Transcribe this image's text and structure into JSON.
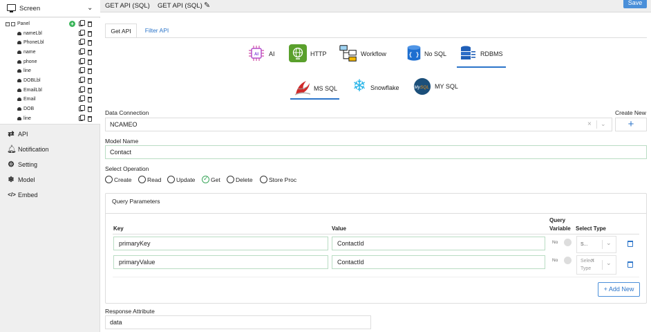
{
  "sidebar": {
    "screen_label": "Screen",
    "tree": {
      "root": "Panel",
      "items": [
        "nameLbl",
        "PhoneLbl",
        "name",
        "phone",
        "line",
        "DOBLbl",
        "EmailLbl",
        "Email",
        "DOB",
        "line"
      ]
    },
    "menu": [
      {
        "label": "API",
        "icon": "swap-arrows-icon",
        "glyph": "⇄"
      },
      {
        "label": "Notification",
        "icon": "bell-icon",
        "glyph": "🔔︎"
      },
      {
        "label": "Setting",
        "icon": "gear-icon",
        "glyph": "⚙"
      },
      {
        "label": "Model",
        "icon": "snowflake-icon",
        "glyph": "❄"
      },
      {
        "label": "Embed",
        "icon": "code-icon",
        "glyph": "</>"
      }
    ]
  },
  "header": {
    "crumb1": "GET API (SQL)",
    "crumb2": "GET API (SQL)",
    "save_label": "Save"
  },
  "tabs": [
    "Get API",
    "Filter API"
  ],
  "sources": [
    "AI",
    "HTTP",
    "Workflow",
    "No SQL",
    "RDBMS"
  ],
  "sql_engines": [
    "MS SQL",
    "Snowflake",
    "MY SQL"
  ],
  "form": {
    "data_connection_label": "Data Connection",
    "data_connection_value": "NCAMEO",
    "create_new_label": "Create New",
    "create_new_glyph": "+",
    "model_name_label": "Model Name",
    "model_name_value": "Contact",
    "select_operation_label": "Select Operation",
    "operations": [
      "Create",
      "Read",
      "Update",
      "Get",
      "Delete",
      "Store Proc"
    ],
    "selected_operation": "Get"
  },
  "query_parameters": {
    "title": "Query Parameters",
    "headers": {
      "key": "Key",
      "value": "Value",
      "query_variable_1": "Query",
      "query_variable_2": "Variable",
      "select_type": "Select Type"
    },
    "rows": [
      {
        "key": "primaryKey",
        "value": "ContactId",
        "toggle": "No",
        "type": "S..."
      },
      {
        "key": "primaryValue",
        "value": "ContactId",
        "toggle": "No",
        "type_line1": "Select",
        "type_line2": "Type"
      }
    ],
    "add_new_label": "+ Add New"
  },
  "response": {
    "label": "Response Attribute",
    "value": "data"
  },
  "colors": {
    "accent": "#2b74c9",
    "save": "#4a8fd9",
    "check": "#3aa65a",
    "http": "#5aa02c"
  }
}
